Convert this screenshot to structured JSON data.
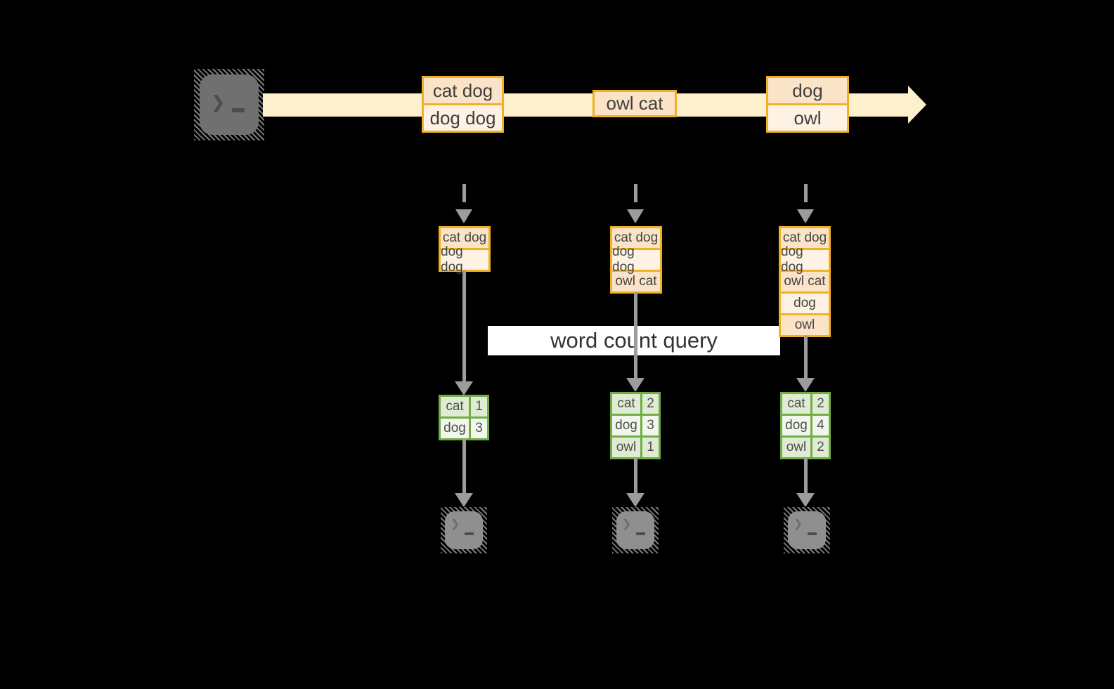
{
  "query_label": "word count query",
  "icons": {
    "prompt_glyph": "❯"
  },
  "stream": {
    "records": [
      {
        "rows": [
          "cat dog",
          "dog dog"
        ]
      },
      {
        "rows": [
          "owl cat"
        ]
      },
      {
        "rows": [
          "dog",
          "owl"
        ]
      }
    ]
  },
  "consumers": [
    {
      "buffer": [
        "cat dog",
        "dog dog"
      ],
      "counts": [
        {
          "word": "cat",
          "count": "1"
        },
        {
          "word": "dog",
          "count": "3"
        }
      ]
    },
    {
      "buffer": [
        "cat dog",
        "dog dog",
        "owl cat"
      ],
      "counts": [
        {
          "word": "cat",
          "count": "2"
        },
        {
          "word": "dog",
          "count": "3"
        },
        {
          "word": "owl",
          "count": "1"
        }
      ]
    },
    {
      "buffer": [
        "cat dog",
        "dog dog",
        "owl cat",
        "dog",
        "owl"
      ],
      "counts": [
        {
          "word": "cat",
          "count": "2"
        },
        {
          "word": "dog",
          "count": "4"
        },
        {
          "word": "owl",
          "count": "2"
        }
      ]
    }
  ],
  "colors": {
    "background": "#000000",
    "stream_band": "#FDF0CD",
    "record_border": "#F0B124",
    "record_fill_dark": "#FAE3C6",
    "record_fill_light": "#FDF2E3",
    "table_border": "#71AD44",
    "table_fill_dark": "#DFECD3",
    "table_fill_light": "#F2F7EE",
    "arrow_gray": "#9C9C9C",
    "terminal_top_fill": "#707070",
    "terminal_bottom_fill": "#8F8F8F",
    "label_background": "#FFFFFF"
  }
}
